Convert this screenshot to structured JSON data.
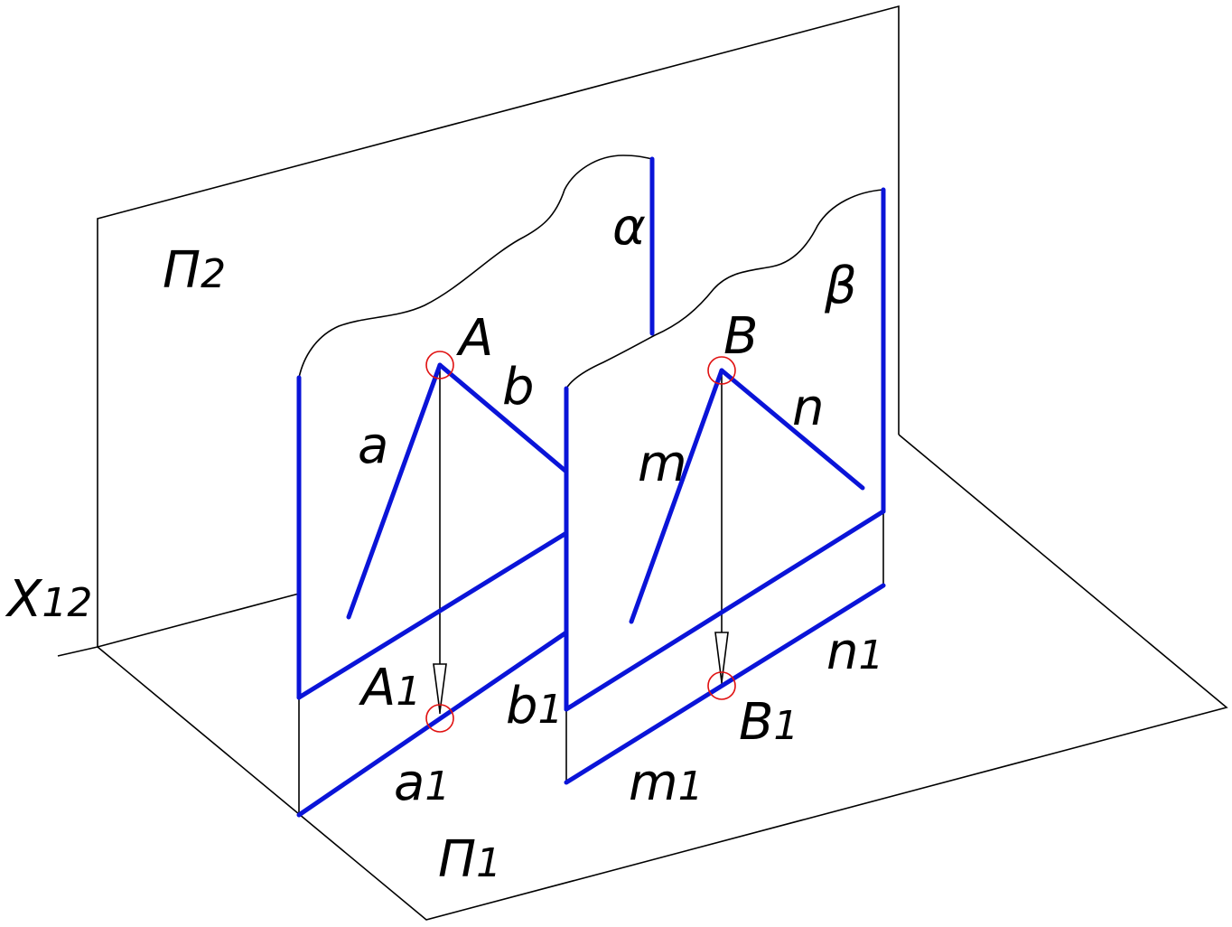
{
  "diagram": {
    "colors": {
      "line": "#000000",
      "trace": "#0a14d8",
      "point_marker": "#e01010",
      "background": "#ffffff"
    },
    "planes": {
      "frontal": {
        "name": "П",
        "index": "2"
      },
      "horizontal": {
        "name": "П",
        "index": "1"
      },
      "axis": {
        "name": "X",
        "index": "12"
      }
    },
    "profile_planes": {
      "alpha": "α",
      "beta": "β"
    },
    "points": {
      "A": {
        "name": "A"
      },
      "A1": {
        "name": "A",
        "index": "1"
      },
      "B": {
        "name": "B"
      },
      "B1": {
        "name": "B",
        "index": "1"
      }
    },
    "lines": {
      "a": "a",
      "b": "b",
      "m": "m",
      "n": "n",
      "a1": {
        "name": "a",
        "index": "1"
      },
      "b1": {
        "name": "b",
        "index": "1"
      },
      "m1": {
        "name": "m",
        "index": "1"
      },
      "n1": {
        "name": "n",
        "index": "1"
      }
    }
  }
}
